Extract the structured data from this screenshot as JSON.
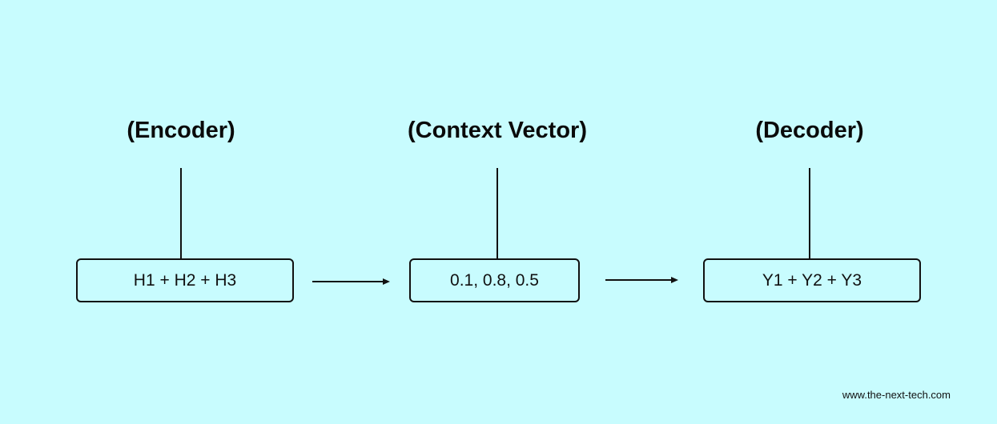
{
  "encoder": {
    "heading": "(Encoder)",
    "box_text": "H1 + H2 + H3"
  },
  "context": {
    "heading": "(Context Vector)",
    "box_text": "0.1, 0.8, 0.5"
  },
  "decoder": {
    "heading": "(Decoder)",
    "box_text": "Y1 + Y2 + Y3"
  },
  "watermark": "www.the-next-tech.com",
  "colors": {
    "background": "#c8fcfe",
    "stroke": "#111111",
    "text": "#0a0a0a"
  }
}
